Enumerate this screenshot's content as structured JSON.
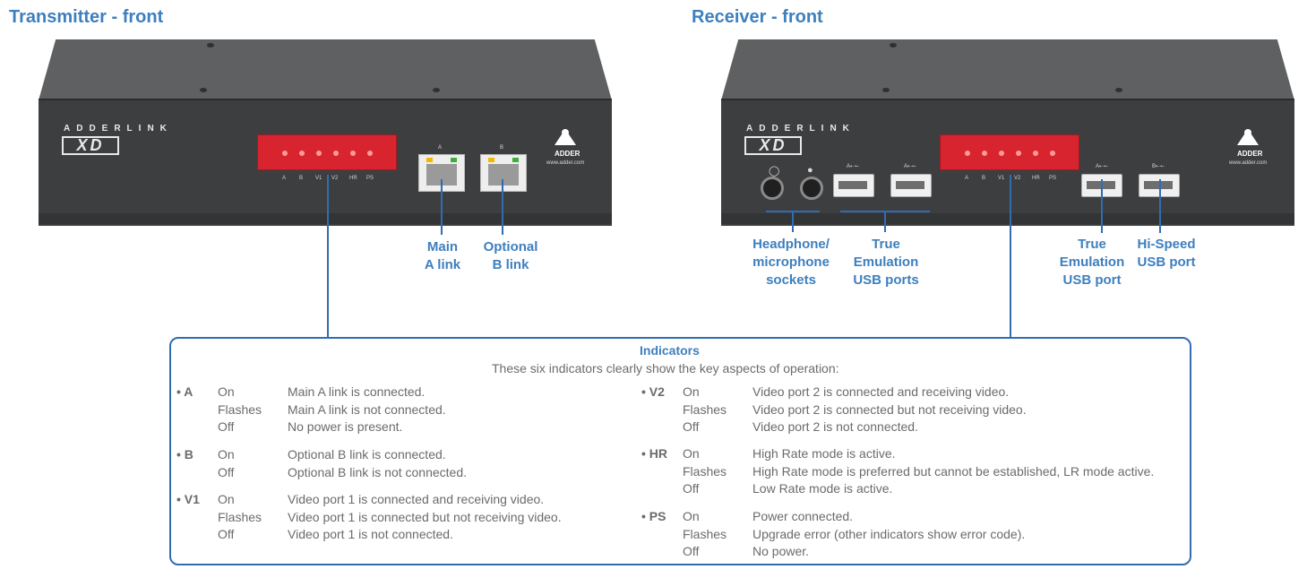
{
  "headings": {
    "transmitter": "Transmitter - front",
    "receiver": "Receiver - front"
  },
  "device": {
    "brand": "ADDERLINK",
    "model": "XD",
    "logo_text": "ADDER",
    "url": "www.adder.com"
  },
  "led_labels": [
    "A",
    "B",
    "V1",
    "V2",
    "HR",
    "PS"
  ],
  "port_labels": {
    "a": "A",
    "b": "B",
    "usb_a": "A⇠⭠",
    "usb_b": "B⇠⭠"
  },
  "callouts": {
    "main_a": [
      "Main",
      "A link"
    ],
    "optional_b": [
      "Optional",
      "B link"
    ],
    "headphone": [
      "Headphone/",
      "microphone",
      "sockets"
    ],
    "true_emu_ports": [
      "True",
      "Emulation",
      "USB ports"
    ],
    "true_emu_port": [
      "True",
      "Emulation",
      "USB port"
    ],
    "hispeed": [
      "Hi-Speed",
      "USB port"
    ]
  },
  "indicators": {
    "title": "Indicators",
    "subtitle": "These six indicators clearly show the key aspects of operation:",
    "left": [
      {
        "code": "• A",
        "rows": [
          [
            "On",
            "Main A link is connected."
          ],
          [
            "Flashes",
            "Main A link is not connected."
          ],
          [
            "Off",
            "No power is present."
          ]
        ]
      },
      {
        "code": "• B",
        "rows": [
          [
            "On",
            "Optional B link is connected."
          ],
          [
            "Off",
            "Optional B link is not connected."
          ]
        ]
      },
      {
        "code": "• V1",
        "rows": [
          [
            "On",
            "Video port 1 is connected and receiving video."
          ],
          [
            "Flashes",
            "Video port 1 is connected but not receiving video."
          ],
          [
            "Off",
            "Video port 1 is not connected."
          ]
        ]
      }
    ],
    "right": [
      {
        "code": "• V2",
        "rows": [
          [
            "On",
            "Video port 2 is connected and receiving video."
          ],
          [
            "Flashes",
            "Video port 2 is connected but not receiving video."
          ],
          [
            "Off",
            "Video port 2 is not connected."
          ]
        ]
      },
      {
        "code": "• HR",
        "rows": [
          [
            "On",
            "High Rate mode is active."
          ],
          [
            "Flashes",
            "High Rate mode is preferred but cannot be established, LR mode active."
          ],
          [
            "Off",
            "Low Rate mode is active."
          ]
        ]
      },
      {
        "code": "• PS",
        "rows": [
          [
            "On",
            "Power connected."
          ],
          [
            "Flashes",
            "Upgrade error (other indicators show error code)."
          ],
          [
            "Off",
            "No power."
          ]
        ]
      }
    ]
  }
}
